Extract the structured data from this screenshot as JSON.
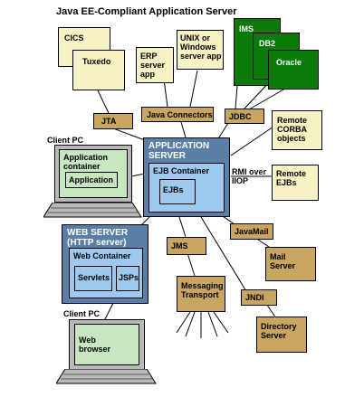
{
  "title": "Java EE-Compliant Application Server",
  "boxes": {
    "cics": "CICS",
    "tuxedo": "Tuxedo",
    "erp": "ERP server app",
    "unix": "UNIX or Windows server app",
    "ims": "IMS",
    "db2": "DB2",
    "oracle": "Oracle",
    "jta": "JTA",
    "java_connectors": "Java Connectors",
    "jdbc": "JDBC",
    "remote_corba": "Remote CORBA objects",
    "rmi_iiop": "RMI over IIOP",
    "remote_ejbs": "Remote EJBs",
    "app_server": "APPLICATION SERVER",
    "ejb_container": "EJB Container",
    "ejbs": "EJBs",
    "client_pc_1": "Client PC",
    "app_container": "Application container",
    "application": "Application",
    "web_server": "WEB SERVER (HTTP server)",
    "web_container": "Web Container",
    "servlets": "Servlets",
    "jsps": "JSPs",
    "jms": "JMS",
    "javamail": "JavaMail",
    "mail_server": "Mail Server",
    "messaging": "Messaging Transport",
    "jndi": "JNDI",
    "directory": "Directory Server",
    "client_pc_2": "Client PC",
    "web_browser": "Web browser"
  },
  "colors": {
    "tan": "#c8a560",
    "cream": "#f6f2c3",
    "green": "#0a7a0a",
    "steel": "#5a7fa6",
    "lightblue": "#9ec9ef"
  }
}
